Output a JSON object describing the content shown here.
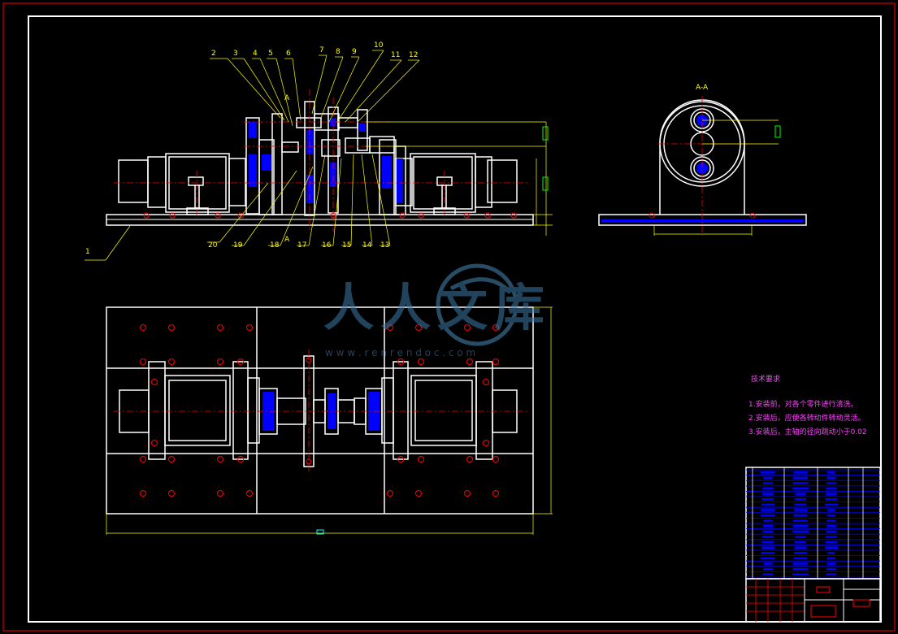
{
  "drawing": {
    "section_label": "A-A",
    "view_marker": "A",
    "view_marker_bottom": "A",
    "part_callouts": [
      "1",
      "2",
      "3",
      "4",
      "5",
      "6",
      "7",
      "8",
      "9",
      "10",
      "11",
      "12",
      "13",
      "14",
      "15",
      "16",
      "17",
      "18",
      "19",
      "20"
    ],
    "tech_requirements": {
      "heading": "技术要求",
      "items": [
        "1.安装前，对各个零件进行清洗。",
        "2.安装后，应使各转动件转动灵活。",
        "3.安装后，主轴的径向跳动小于0.02"
      ]
    },
    "watermark": {
      "text": "人人文库",
      "url": "w w w . r e n r e n d o c . c o m"
    }
  },
  "colors": {
    "background": "#000000",
    "outline": "#ffffff",
    "border_accent": "#ff0000",
    "callout": "#ffff00",
    "hatch": "#0000ff",
    "center_line": "#ff0000",
    "dimension": "#00ff00",
    "notes": "#ff40ff"
  }
}
